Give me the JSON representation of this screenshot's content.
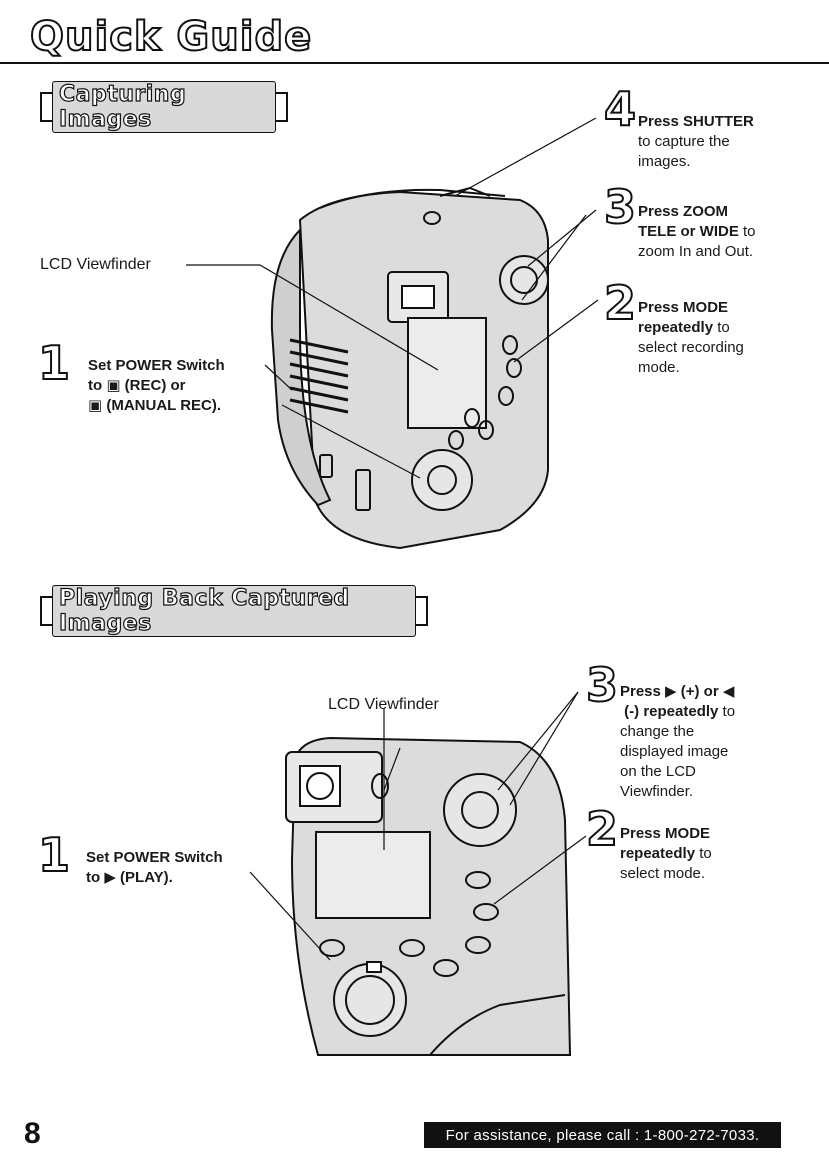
{
  "page": {
    "title": "Quick Guide",
    "page_number": "8",
    "assistance": "For assistance, please call : 1-800-272-7033."
  },
  "capture": {
    "heading": "Capturing Images",
    "lcd_label": "LCD Viewfinder",
    "steps": [
      {
        "num": "1",
        "line1": "Set POWER Switch",
        "line2": "to ▣ (REC) or",
        "line3": "▣ (MANUAL REC)."
      },
      {
        "num": "2",
        "bold1": "Press MODE",
        "bold2": "repeatedly",
        "rest2": " to",
        "line3": "select recording",
        "line4": "mode."
      },
      {
        "num": "3",
        "bold1": "Press ZOOM",
        "bold2": "TELE or WIDE",
        "rest2": " to",
        "line3": "zoom In and Out."
      },
      {
        "num": "4",
        "bold1": "Press SHUTTER",
        "line2": "to capture the",
        "line3": "images."
      }
    ]
  },
  "playback": {
    "heading": "Playing Back Captured Images",
    "lcd_label": "LCD Viewfinder",
    "steps": [
      {
        "num": "1",
        "line1": "Set POWER Switch",
        "line2": "to ▶ (PLAY)."
      },
      {
        "num": "2",
        "bold1": "Press MODE",
        "bold2": "repeatedly",
        "rest2": " to",
        "line3": "select mode."
      },
      {
        "num": "3",
        "bold1": "Press ▶ (+) or ◀",
        "bold2": "(-) repeatedly",
        "rest2": " to",
        "line3": "change the",
        "line4": "displayed image",
        "line5": "on the LCD",
        "line6": "Viewfinder."
      }
    ]
  }
}
